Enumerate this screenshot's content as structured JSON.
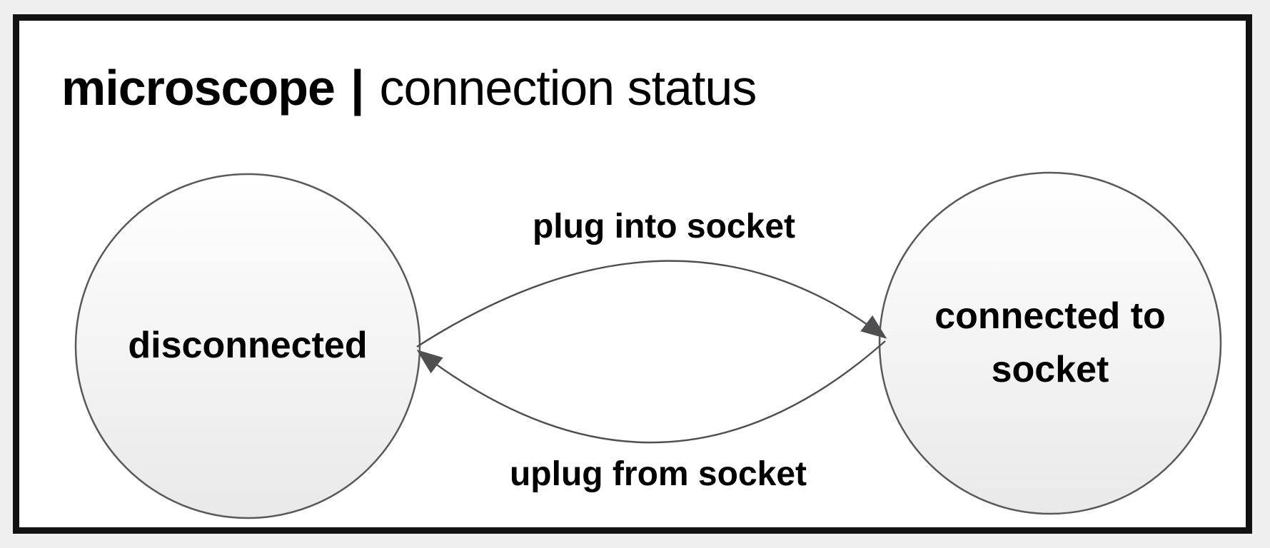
{
  "title": {
    "primary": "microscope",
    "separator": "|",
    "secondary": "connection status"
  },
  "states": [
    {
      "id": "disconnected",
      "label": "disconnected"
    },
    {
      "id": "connected-to-socket",
      "label_line1": "connected to",
      "label_line2": "socket"
    }
  ],
  "transitions": [
    {
      "label": "plug into socket",
      "from": "disconnected",
      "to": "connected-to-socket",
      "position": "top"
    },
    {
      "label": "uplug from socket",
      "from": "connected-to-socket",
      "to": "disconnected",
      "position": "bottom"
    }
  ],
  "colors": {
    "page_background": "#efefef",
    "frame_border": "#121212",
    "frame_background": "#ffffff",
    "circle_fill_top": "#ffffff",
    "circle_fill_bottom": "#e9e9e9",
    "circle_stroke": "#59595b",
    "arrow_stroke": "#4f4f51",
    "text_color": "#000000"
  }
}
